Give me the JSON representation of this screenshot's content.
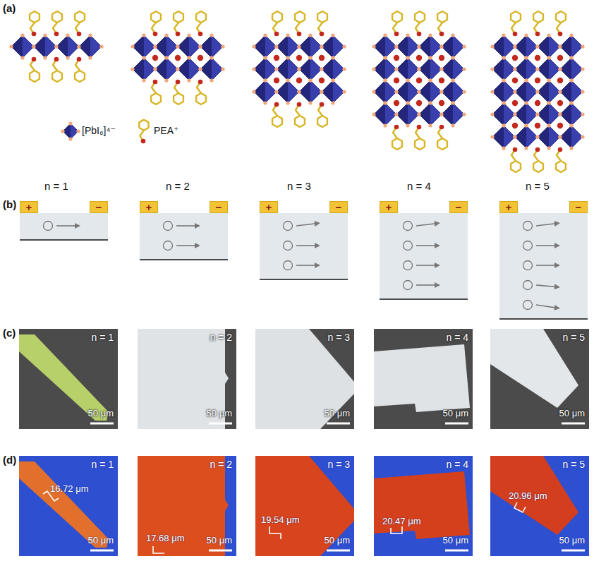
{
  "diagram": {
    "nodes": [
      {
        "text": [
          "+"
        ]
      },
      {
        "text": [
          "−"
        ]
      },
      {
        "text": [
          "+"
        ]
      },
      {
        "text": [
          "−"
        ]
      },
      {
        "text": [
          "+"
        ]
      },
      {
        "text": [
          "−"
        ]
      },
      {
        "text": [
          "+"
        ]
      },
      {
        "text": [
          "−"
        ]
      },
      {
        "text": [
          "+"
        ]
      },
      {
        "text": [
          "−"
        ]
      }
    ],
    "labels": [
      "(a)",
      "n = 1",
      "n = 2",
      "n = 3",
      "n = 4",
      "n = 5",
      "(b)",
      "(c)",
      "n = 1",
      "50 μm",
      "n = 2",
      "50 μm",
      "n = 3",
      "50 μm",
      "n = 4",
      "50 μm",
      "n = 5",
      "50 μm",
      "(d)",
      "n = 1",
      "16.72 μm",
      "50 μm",
      "n = 2",
      "17.68 μm",
      "50 μm",
      "n = 3",
      "19.54 μm",
      "50 μm",
      "n = 4",
      "20.47 μm",
      "50 μm",
      "n = 5",
      "20.96 μm",
      "50 μm"
    ],
    "legend": [
      {
        "text": "[PbI₆]⁴⁻"
      },
      {
        "text": "PEA⁺"
      }
    ]
  }
}
